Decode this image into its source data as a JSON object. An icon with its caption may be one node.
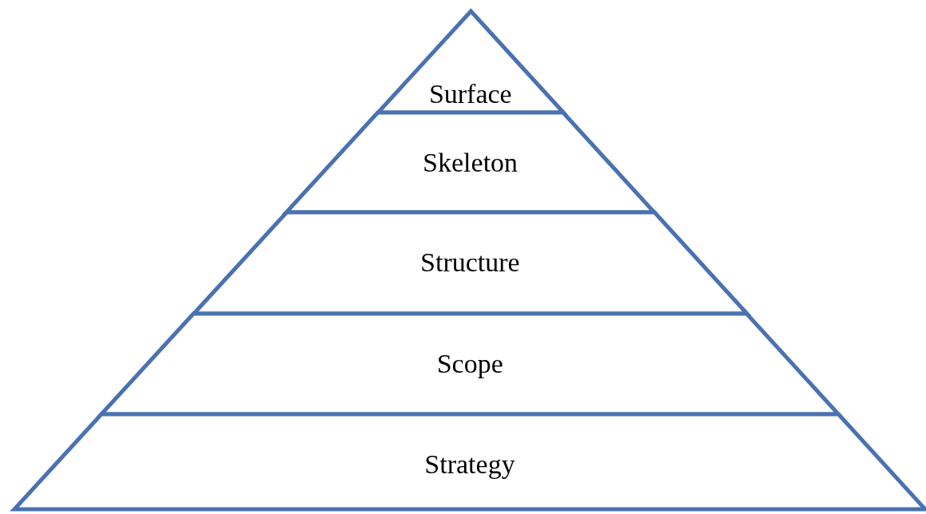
{
  "diagram": {
    "nodes": [
      {
        "text": [
          "Surface"
        ]
      },
      {
        "text": [
          "Skeleton"
        ]
      },
      {
        "text": [
          "Structure"
        ]
      },
      {
        "text": [
          "Scope"
        ]
      },
      {
        "text": [
          "Strategy"
        ]
      }
    ]
  }
}
